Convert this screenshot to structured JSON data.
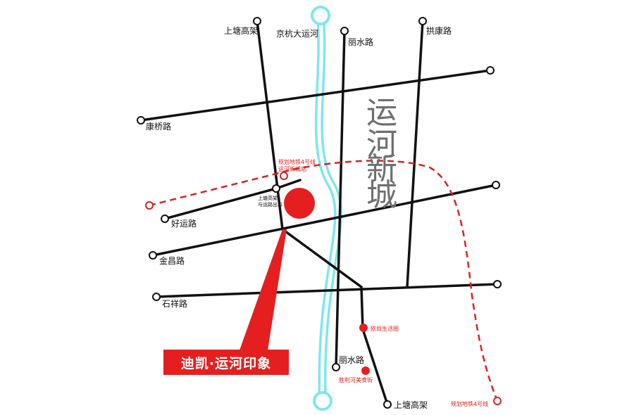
{
  "colors": {
    "road": "#111111",
    "canal": "#7fe6ec",
    "metro": "#d92323",
    "highlight": "#e51f1f",
    "title": "#6f6f6f"
  },
  "district_title": [
    "运",
    "河",
    "新",
    "城"
  ],
  "project_label": "迪凯·运河印象",
  "roads": {
    "shangtang_north": "上塘高架",
    "canal": "京杭大运河",
    "lishui_north": "丽水路",
    "pinkang": "拱康路",
    "kangqiao": "康桥路",
    "haoyun": "好运路",
    "jinchang": "金昌路",
    "shixiang": "石祥路",
    "lishui_south": "丽水路",
    "shangtang_south": "上塘高架"
  },
  "interchange_label_line1": "上塘高架",
  "interchange_label_line2": "与运路出口",
  "metro": {
    "station_label_line1": "规划地铁4号线",
    "station_label_line2": "运河新城站",
    "line_label": "规划地铁4号线"
  },
  "pois": {
    "ouchang": "欧尚生活圈",
    "shengli": "胜利河美食街"
  }
}
